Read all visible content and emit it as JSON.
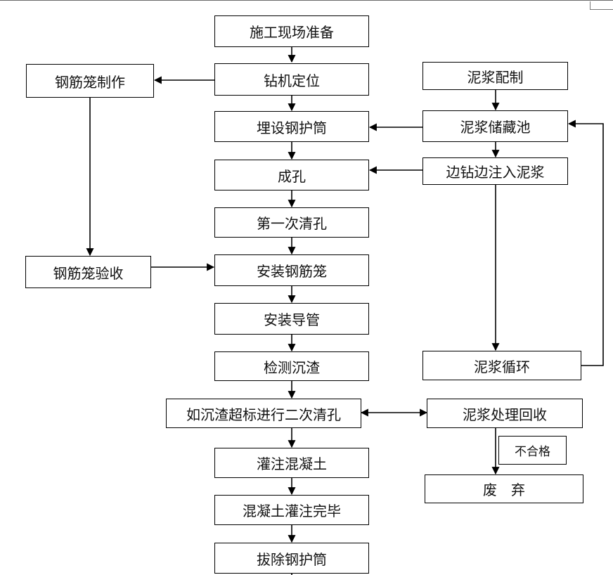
{
  "flowchart": {
    "nodes": {
      "site_prep": "施工现场准备",
      "rig_position": "钻机定位",
      "casing_bury": "埋设钢护筒",
      "hole_forming": "成孔",
      "first_clean": "第一次清孔",
      "install_cage": "安装钢筋笼",
      "install_tremie": "安装导管",
      "sediment_check": "检测沉渣",
      "second_clean": "如沉渣超标进行二次清孔",
      "pour_concrete": "灌注混凝土",
      "pour_complete": "混凝土灌注完毕",
      "remove_casing": "拔除钢护筒",
      "cage_make": "钢筋笼制作",
      "cage_accept": "钢筋笼验收",
      "mud_prep": "泥浆配制",
      "mud_pool": "泥浆储藏池",
      "mud_inject": "边钻边注入泥浆",
      "mud_cycle": "泥浆循环",
      "mud_recycle": "泥浆处理回收",
      "fail_label": "不合格",
      "discard": "废　弃"
    }
  }
}
